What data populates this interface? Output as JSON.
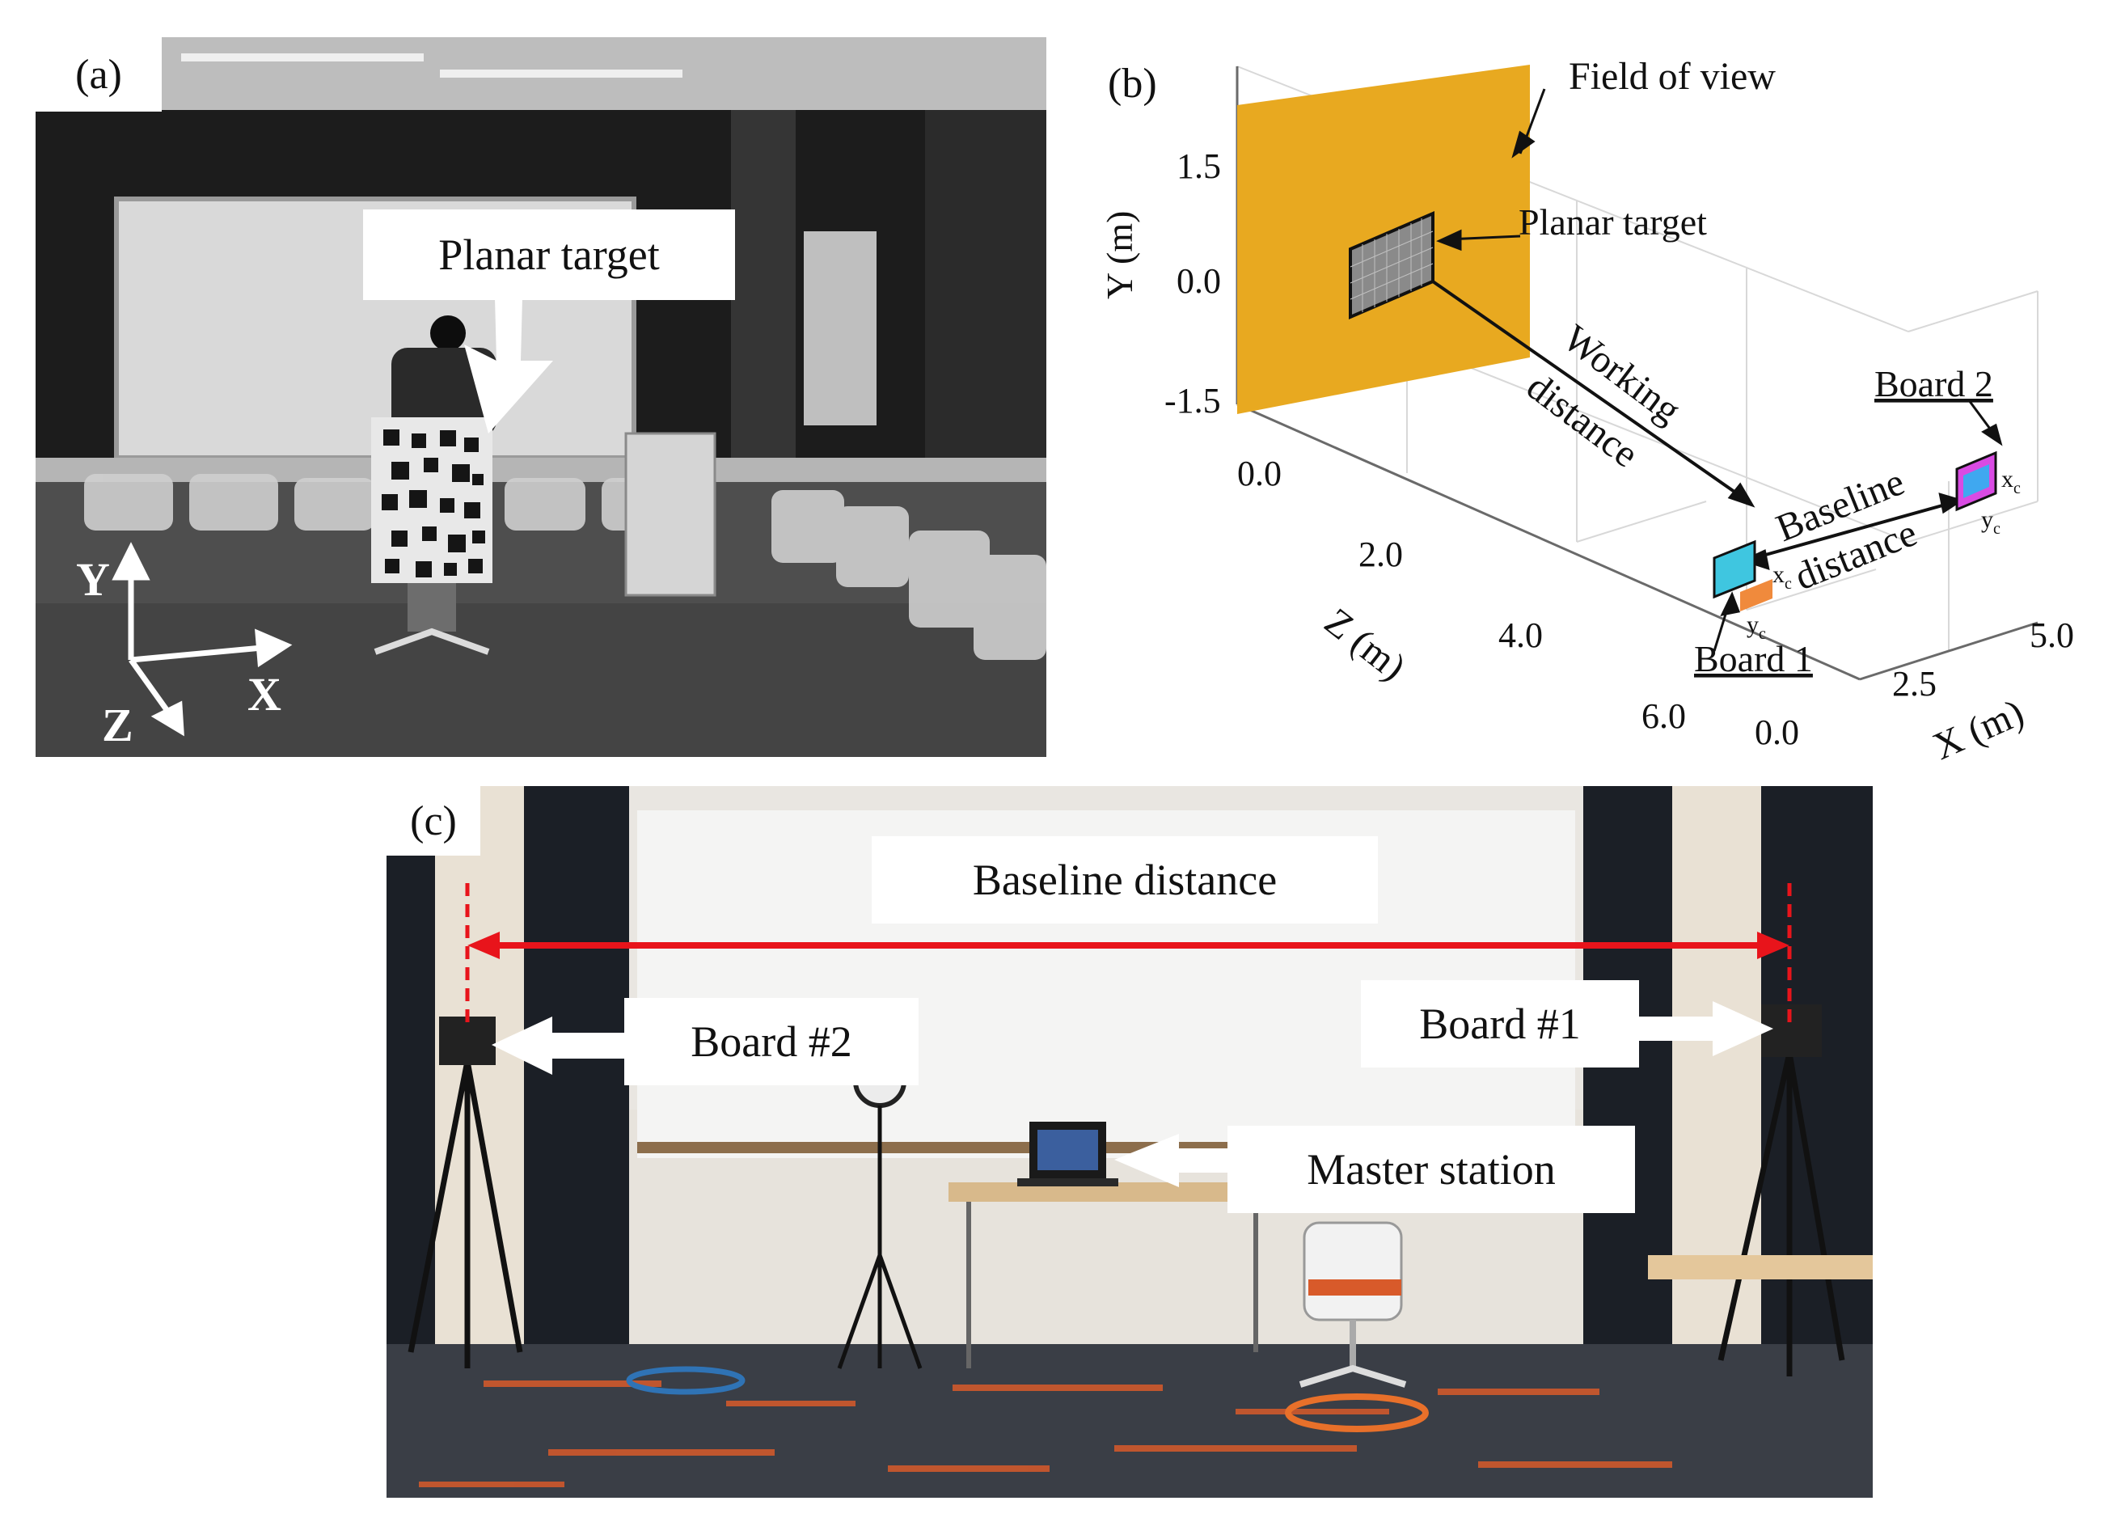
{
  "colors": {
    "fov_orange": "#E8A920",
    "baseline_red": "#E8141B",
    "carpet_orange": "#D85A2A",
    "board1_cyan": "#3FC6E0",
    "board2_magenta": "#D94BE3"
  },
  "panel_a": {
    "label": "(a)",
    "callout": "Planar target",
    "axis_y": "Y",
    "axis_x": "X",
    "axis_z": "Z"
  },
  "panel_b": {
    "label": "(b)",
    "fov_label": "Field of view",
    "target_label": "Planar target",
    "working_distance_1": "Working",
    "working_distance_2": "distance",
    "baseline_1": "Baseline",
    "baseline_2": "distance",
    "board2_label": "Board 2",
    "board1_label": "Board 1",
    "ylabel": "Y (m)",
    "zlabel": "Z (m)",
    "xlabel": "X (m)",
    "y_ticks": [
      "1.5",
      "0.0",
      "-1.5"
    ],
    "z_ticks": [
      "0.0",
      "2.0",
      "4.0",
      "6.0"
    ],
    "x_ticks": [
      "0.0",
      "2.5",
      "5.0"
    ],
    "cam_x": "x",
    "cam_x_sub": "c",
    "cam_y": "y",
    "cam_y_sub": "c"
  },
  "panel_c": {
    "label": "(c)",
    "baseline_label": "Baseline distance",
    "board2_label": "Board #2",
    "board1_label": "Board #1",
    "master_label": "Master station"
  }
}
